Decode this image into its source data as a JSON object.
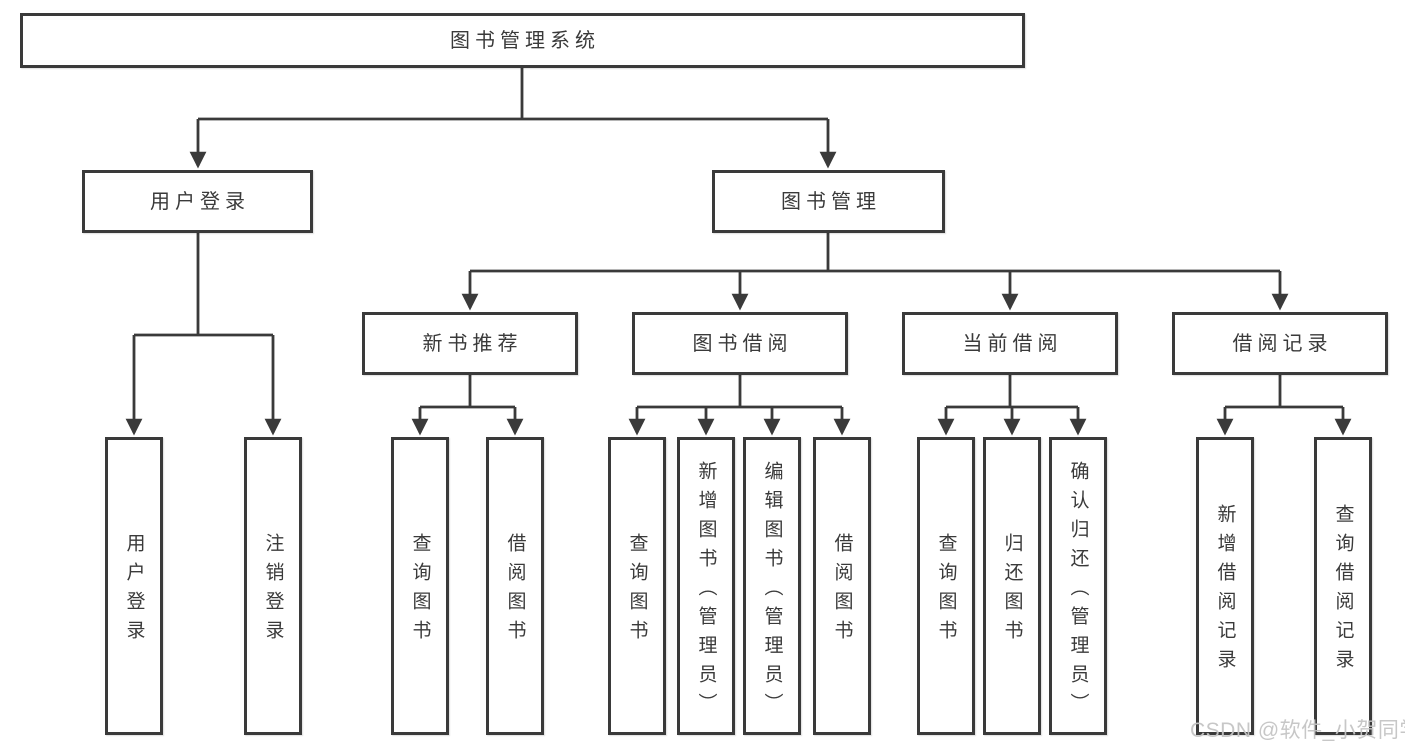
{
  "diagram": {
    "root": {
      "label": "图书管理系统"
    },
    "branches": [
      {
        "label": "用户登录",
        "children": [
          {
            "label": "用户登录"
          },
          {
            "label": "注销登录"
          }
        ]
      },
      {
        "label": "图书管理",
        "children": [
          {
            "label": "新书推荐",
            "children": [
              {
                "label": "查询图书"
              },
              {
                "label": "借阅图书"
              }
            ]
          },
          {
            "label": "图书借阅",
            "children": [
              {
                "label": "查询图书"
              },
              {
                "label": "新增图书（管理员）"
              },
              {
                "label": "编辑图书（管理员）"
              },
              {
                "label": "借阅图书"
              }
            ]
          },
          {
            "label": "当前借阅",
            "children": [
              {
                "label": "查询图书"
              },
              {
                "label": "归还图书"
              },
              {
                "label": "确认归还（管理员）"
              }
            ]
          },
          {
            "label": "借阅记录",
            "children": [
              {
                "label": "新增借阅记录"
              },
              {
                "label": "查询借阅记录"
              }
            ]
          }
        ]
      }
    ],
    "watermark": "CSDN @软件_小贺同学"
  },
  "colors": {
    "line": "#3a3a3a",
    "text": "#3a3a3a",
    "watermark": "#c5c5c5",
    "background": "#ffffff"
  }
}
